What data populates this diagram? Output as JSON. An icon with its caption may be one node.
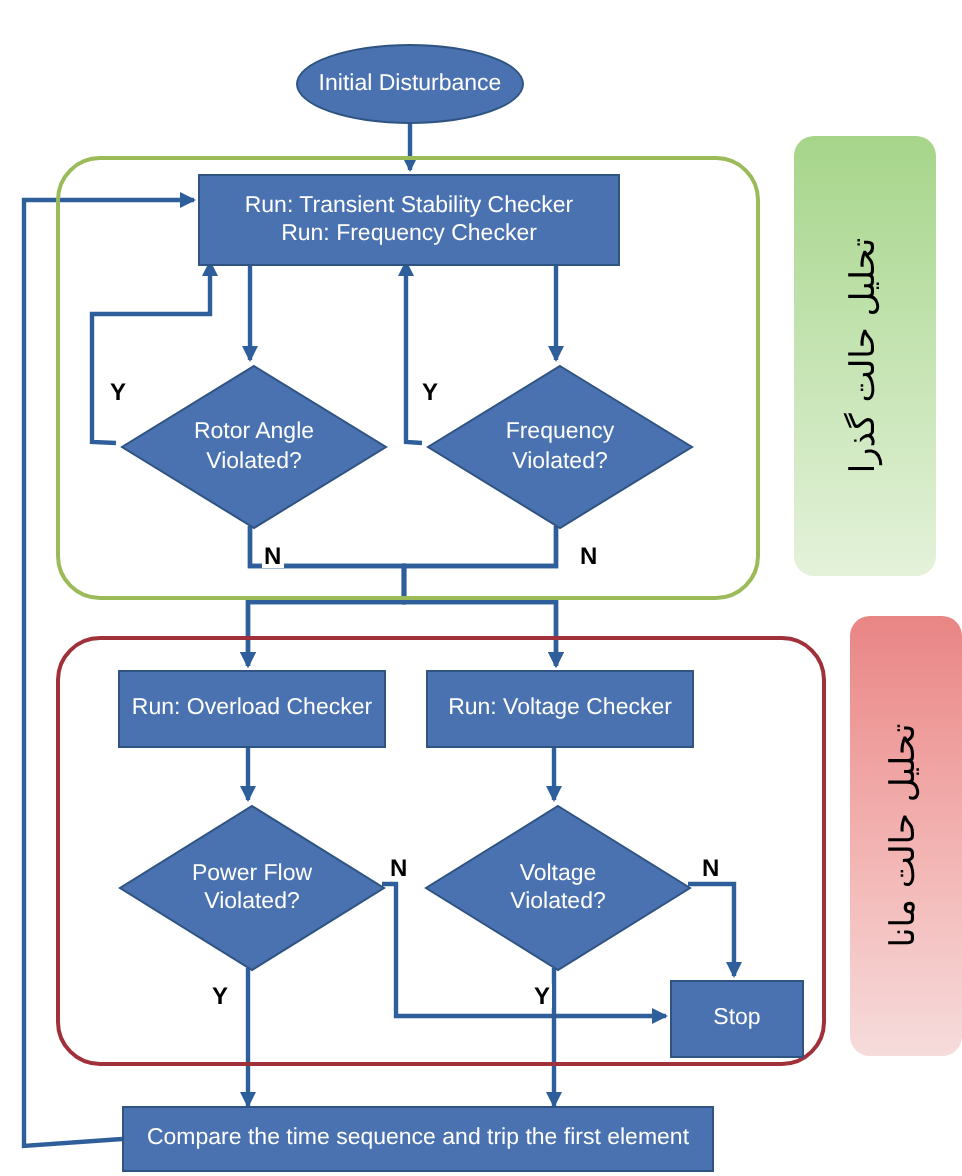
{
  "diagram": {
    "nodes": [
      {
        "text": [
          "Initial Disturbance"
        ]
      },
      {
        "text": [],
        "shape": "box"
      },
      {
        "text": [
          "Run: Transient Stability Checker",
          "Run: Frequency Checker"
        ],
        "in": 1
      },
      {
        "text": [
          "Rotor Angle Violated?"
        ],
        "in": 1
      },
      {
        "text": [
          "Frequency Violated?"
        ],
        "in": 1
      },
      {
        "text": [],
        "shape": "box"
      },
      {
        "text": [
          "Run: Overload Checker"
        ],
        "in": 5
      },
      {
        "text": [
          "Run: Voltage Checker"
        ],
        "in": 5
      },
      {
        "text": [
          "Power Flow Violated?"
        ],
        "in": 5
      },
      {
        "text": [
          "Voltage Violated?"
        ],
        "in": 5
      },
      {
        "text": [
          "Stop"
        ],
        "in": 5
      },
      {
        "text": [
          "Compare the time sequence and trip the first element"
        ]
      },
      {
        "text": [
          "تحلیل حالت گذرا"
        ]
      },
      {
        "text": [
          "تحلیل حالت مانا"
        ]
      }
    ],
    "edges": [
      {
        "from": 0,
        "to": 2,
        "arrow": "to"
      },
      {
        "from": 2,
        "to": 3,
        "arrow": "to"
      },
      {
        "from": 2,
        "to": 4,
        "arrow": "to"
      },
      {
        "from": 3,
        "to": 2,
        "arrow": "to",
        "label": "Y"
      },
      {
        "from": 4,
        "to": 2,
        "arrow": "to",
        "label": "Y"
      },
      {
        "from": 3,
        "to": 6,
        "arrow": "to",
        "label": "N"
      },
      {
        "from": 3,
        "to": 7,
        "arrow": "to"
      },
      {
        "from": 4,
        "to": 6,
        "arrow": "to"
      },
      {
        "from": 4,
        "to": 7,
        "arrow": "to",
        "label": "N"
      },
      {
        "from": 6,
        "to": 8,
        "arrow": "to"
      },
      {
        "from": 7,
        "to": 9,
        "arrow": "to"
      },
      {
        "from": 8,
        "to": 10,
        "arrow": "to",
        "label": "N"
      },
      {
        "from": 9,
        "to": 10,
        "arrow": "to",
        "label": "N"
      },
      {
        "from": 8,
        "to": 11,
        "arrow": "to",
        "label": "Y"
      },
      {
        "from": 9,
        "to": 11,
        "arrow": "to",
        "label": "Y"
      },
      {
        "from": 11,
        "to": 2,
        "arrow": "to"
      }
    ]
  }
}
